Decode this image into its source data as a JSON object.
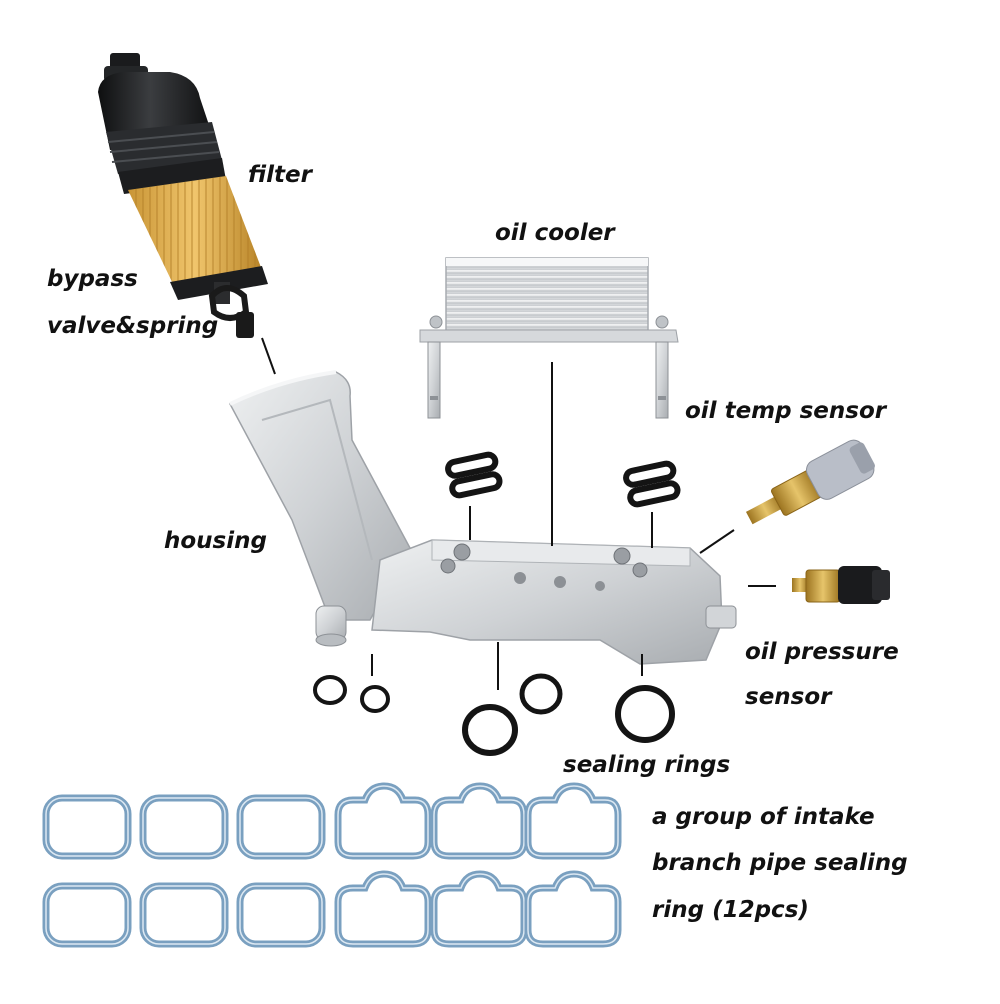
{
  "labels": {
    "filter": "filter",
    "bypass_line1": "bypass",
    "bypass_line2": "valve&spring",
    "oil_cooler": "oil cooler",
    "oil_temp_sensor": "oil temp sensor",
    "housing": "housing",
    "oil_pressure_line1": "oil pressure",
    "oil_pressure_line2": "sensor",
    "sealing_rings": "sealing rings",
    "intake_line1": "a group of intake",
    "intake_line2": "branch pipe sealing",
    "intake_line3": "ring (12pcs)"
  },
  "colors": {
    "gasket_blue": "#7aa0c0",
    "metal_light": "#e2e4e6",
    "metal_mid": "#c4c7ca",
    "metal_dark": "#8f9296",
    "filter_media": "#e3b45a",
    "cap_black": "#1e1f21",
    "brass": "#c79a3a",
    "connector_grey": "#b9bec8",
    "seal_black": "#141414"
  }
}
